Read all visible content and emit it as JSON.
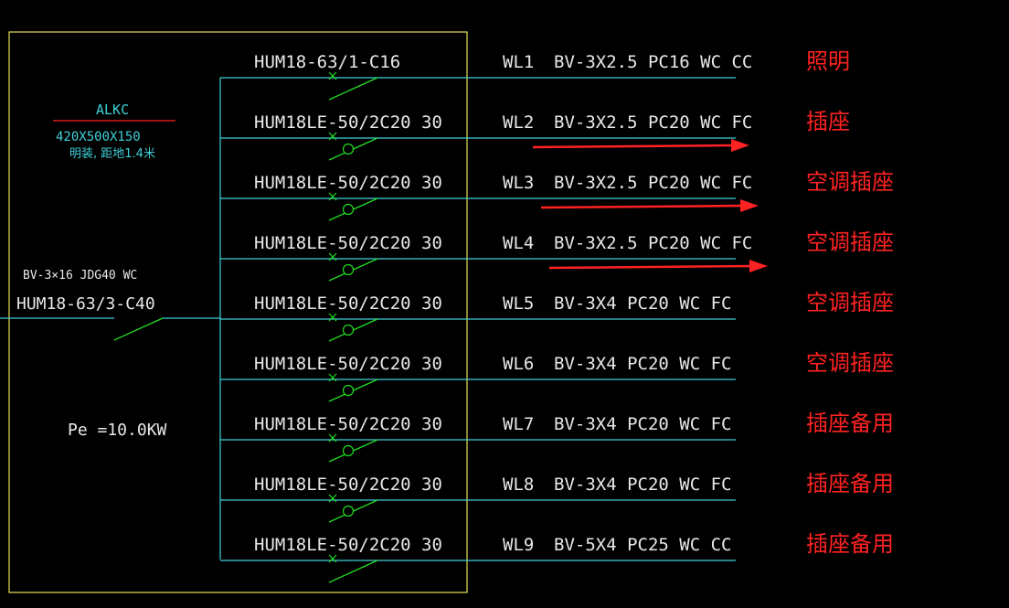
{
  "colors": {
    "background": "#000000",
    "panel_border": "#e5e05a",
    "bus_line": "#3fd0d8",
    "switch": "#22dd22",
    "breaker_label": "#e8e8e8",
    "circuit_text": "#e8e8e8",
    "usage_text": "#ff2222",
    "arrow": "#ff2222",
    "panel_info": "#3fd0d8",
    "panel_underline": "#ff2222"
  },
  "panel": {
    "name": "ALKC",
    "size": "420X500X150",
    "mount_note": "明装, 距地1.4米",
    "power": "Pe =10.0KW"
  },
  "incoming": {
    "cable": "BV-3×16 JDG40 WC",
    "breaker": "HUM18-63/3-C40"
  },
  "circuits": [
    {
      "breaker": "HUM18-63/1-C16",
      "id": "WL1",
      "cable": "BV-3X2.5 PC16 WC CC",
      "usage": "照明",
      "switch": "plain"
    },
    {
      "breaker": "HUM18LE-50/2C20 30",
      "id": "WL2",
      "cable": "BV-3X2.5 PC20 WC FC",
      "usage": "插座",
      "switch": "rcd"
    },
    {
      "breaker": "HUM18LE-50/2C20 30",
      "id": "WL3",
      "cable": "BV-3X2.5 PC20 WC FC",
      "usage": "空调插座",
      "switch": "rcd"
    },
    {
      "breaker": "HUM18LE-50/2C20 30",
      "id": "WL4",
      "cable": "BV-3X2.5 PC20 WC FC",
      "usage": "空调插座",
      "switch": "rcd"
    },
    {
      "breaker": "HUM18LE-50/2C20 30",
      "id": "WL5",
      "cable": "BV-3X4 PC20 WC FC",
      "usage": "空调插座",
      "switch": "rcd"
    },
    {
      "breaker": "HUM18LE-50/2C20 30",
      "id": "WL6",
      "cable": "BV-3X4 PC20 WC FC",
      "usage": "空调插座",
      "switch": "rcd"
    },
    {
      "breaker": "HUM18LE-50/2C20 30",
      "id": "WL7",
      "cable": "BV-3X4 PC20 WC FC",
      "usage": "插座备用",
      "switch": "rcd"
    },
    {
      "breaker": "HUM18LE-50/2C20 30",
      "id": "WL8",
      "cable": "BV-3X4 PC20 WC FC",
      "usage": "插座备用",
      "switch": "rcd"
    },
    {
      "breaker": "HUM18LE-50/2C20 30",
      "id": "WL9",
      "cable": "BV-5X4 PC25 WC CC",
      "usage": "插座备用",
      "switch": "plain"
    }
  ],
  "arrows": [
    {
      "points_to": "WL2"
    },
    {
      "points_to": "WL3"
    },
    {
      "points_to": "WL4"
    }
  ]
}
